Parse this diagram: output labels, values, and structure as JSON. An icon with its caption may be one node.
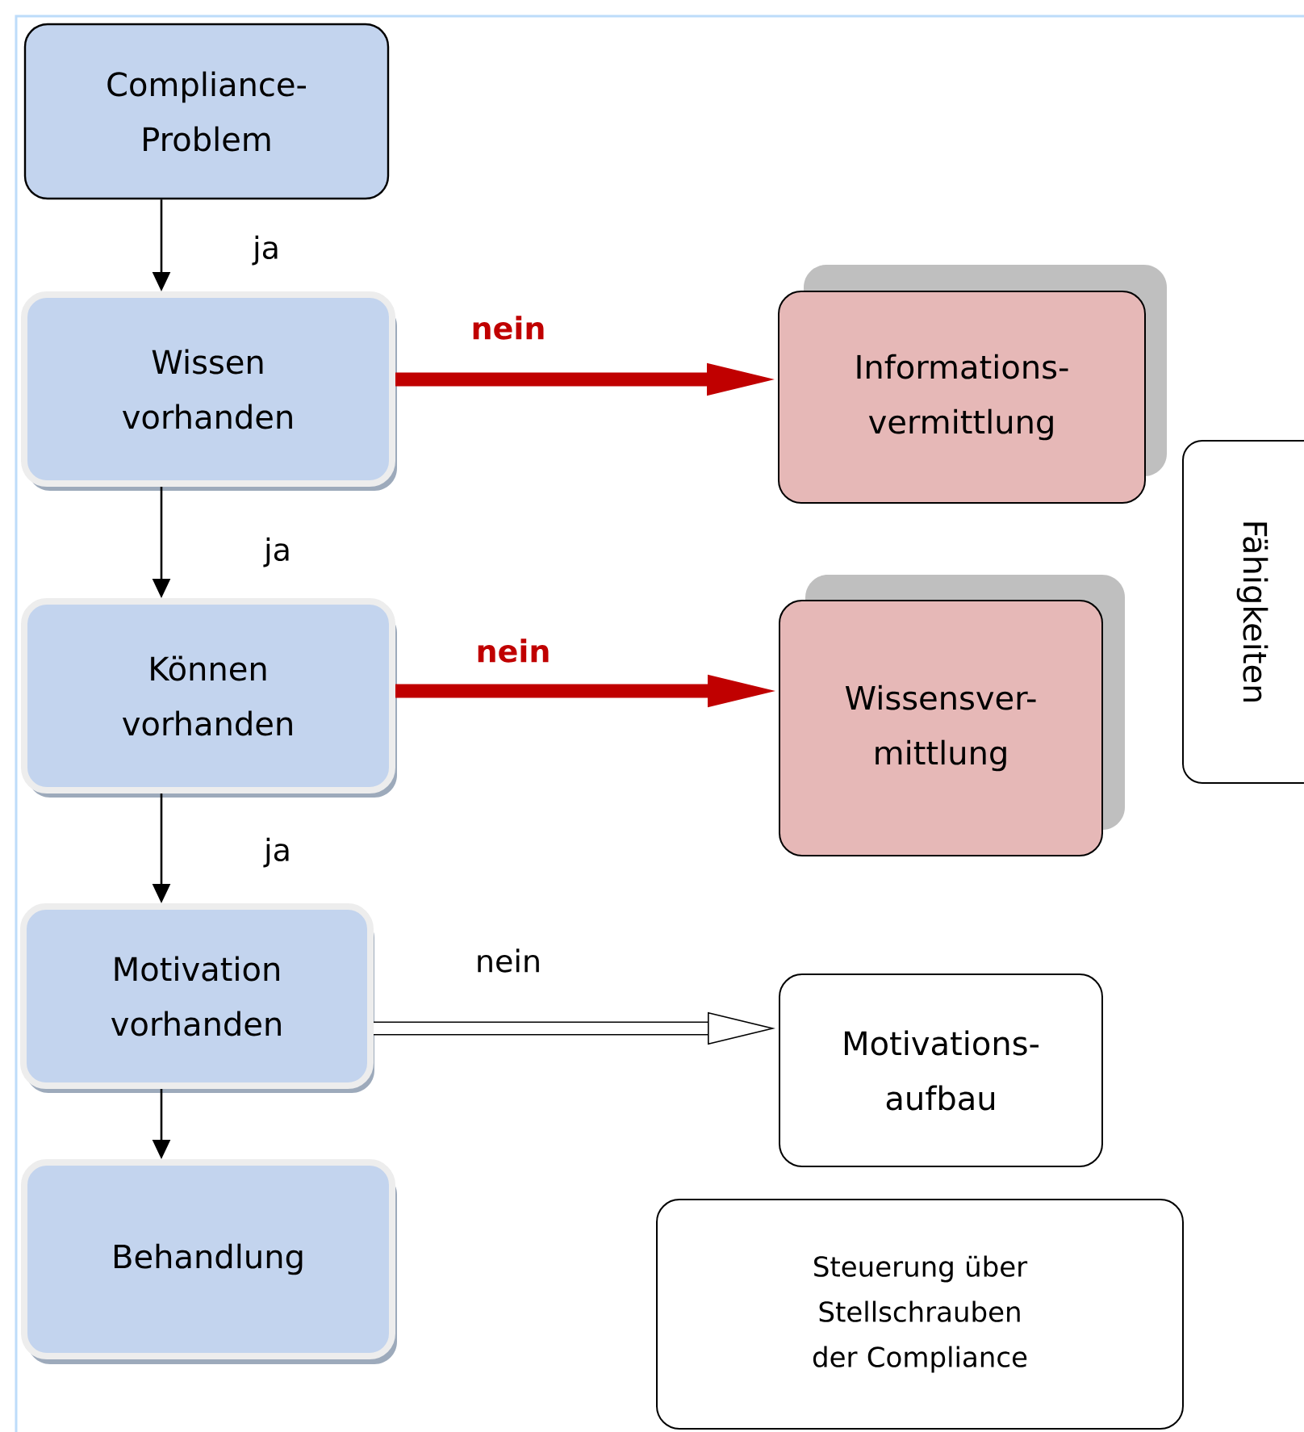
{
  "diagram": {
    "nodes": [
      {
        "text": [
          "Compliance- Problem"
        ]
      },
      {
        "text": [
          "Wissen vorhanden"
        ]
      },
      {
        "text": [
          "Informations- vermittlung"
        ]
      },
      {
        "text": [
          "Können vorhanden"
        ]
      },
      {
        "text": [
          "Wissensver- mittlung"
        ]
      },
      {
        "text": [
          "Fähigkeiten"
        ]
      },
      {
        "text": [
          "Motivation vorhanden"
        ]
      },
      {
        "text": [
          "Motivations- aufbau"
        ]
      },
      {
        "text": [
          "Behandlung"
        ]
      },
      {
        "text": [
          "Steuerung über Stellschrauben der Compliance"
        ]
      }
    ],
    "edges": [
      {
        "from": 0,
        "to": 1,
        "arrow": "to",
        "label": "ja"
      },
      {
        "from": 1,
        "to": 2,
        "arrow": "to",
        "label": "nein",
        "style": "thick",
        "color": "#c00000"
      },
      {
        "from": 1,
        "to": 3,
        "arrow": "to",
        "label": "ja"
      },
      {
        "from": 3,
        "to": 4,
        "arrow": "to",
        "label": "nein",
        "style": "thick",
        "color": "#c00000"
      },
      {
        "from": 3,
        "to": 6,
        "arrow": "to",
        "label": "ja"
      },
      {
        "from": 6,
        "to": 7,
        "arrow": "to",
        "label": "nein",
        "style": "thick"
      },
      {
        "from": 6,
        "to": 8,
        "arrow": "to"
      }
    ]
  }
}
